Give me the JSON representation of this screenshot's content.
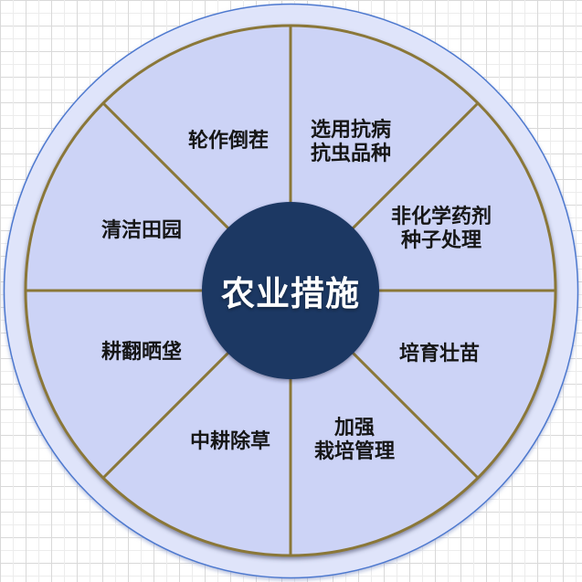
{
  "diagram": {
    "type": "wheel",
    "center": {
      "label": "农业措施"
    },
    "segments": [
      {
        "id": "crop-rotation",
        "label": "轮作倒茬"
      },
      {
        "id": "resistant-varieties",
        "label": "选用抗病\n抗虫品种"
      },
      {
        "id": "non-chemical-seed-treatment",
        "label": "非化学药剂\n种子处理"
      },
      {
        "id": "strong-seedlings",
        "label": "培育壮苗"
      },
      {
        "id": "cultivation-management",
        "label": "加强\n栽培管理"
      },
      {
        "id": "intertillage-weeding",
        "label": "中耕除草"
      },
      {
        "id": "plough-and-sun",
        "label": "耕翻晒垡"
      },
      {
        "id": "clean-fields",
        "label": "清洁田园"
      }
    ],
    "colors": {
      "background": "#ffffff",
      "grid_major": "#d9d9d9",
      "grid_minor": "#ececec",
      "outer_fill": "#dfe4fa",
      "outer_stroke": "#4e79cf",
      "wheel_fill": "#ccd3f6",
      "wheel_stroke": "#8a7738",
      "spoke": "#8a7738",
      "center_fill": "#1f3864",
      "center_text": "#ffffff",
      "label_text": "#161616"
    }
  }
}
